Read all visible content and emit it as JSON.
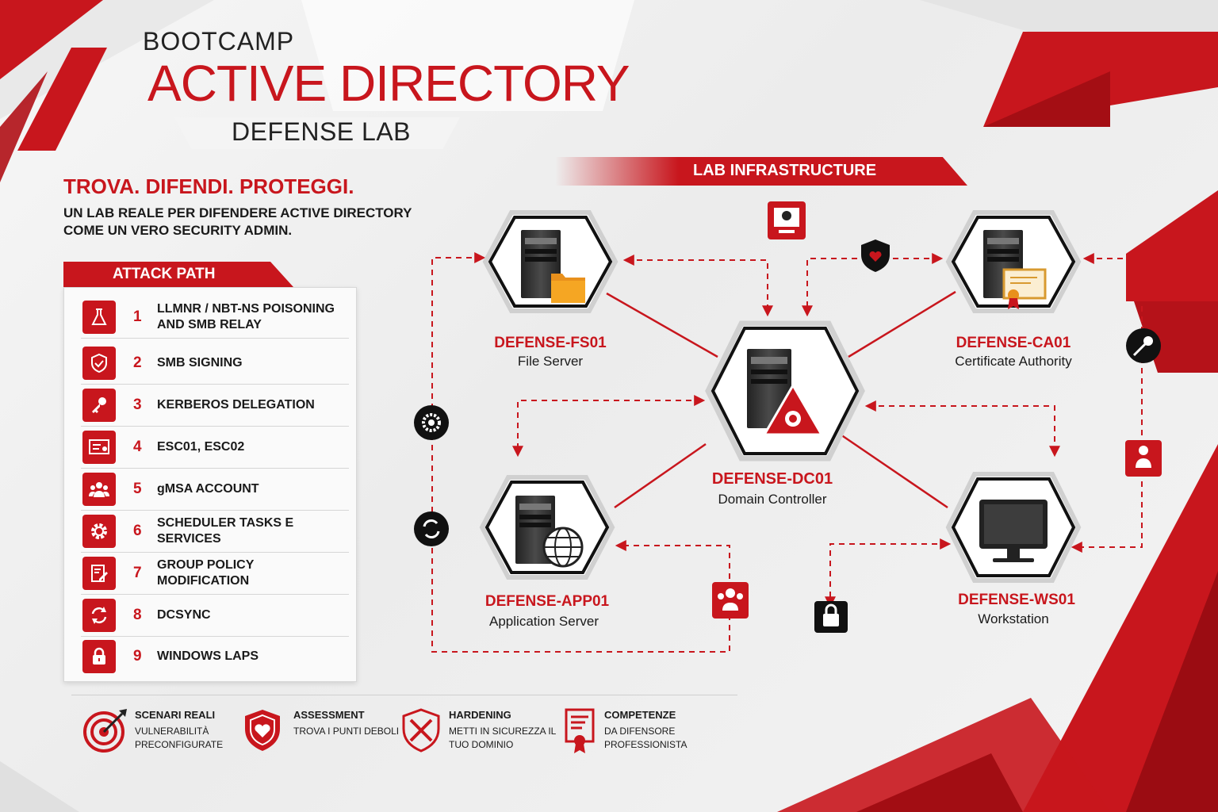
{
  "title": {
    "line1": "BOOTCAMP",
    "line2": "ACTIVE DIRECTORY",
    "line3": "DEFENSE LAB"
  },
  "tagline": "TROVA. DIFENDI. PROTEGGI.",
  "description": "UN LAB REALE PER DIFENDERE ACTIVE DIRECTORY COME UN VERO SECURITY ADMIN.",
  "attack_path": {
    "heading": "ATTACK PATH",
    "items": [
      {
        "num": "1",
        "label": "LLMNR / NBT-NS POISONING AND SMB RELAY",
        "icon": "flask-icon"
      },
      {
        "num": "2",
        "label": "SMB SIGNING",
        "icon": "shield-check-icon"
      },
      {
        "num": "3",
        "label": "KERBEROS DELEGATION",
        "icon": "key-icon"
      },
      {
        "num": "4",
        "label": "ESC01, ESC02",
        "icon": "certificate-icon"
      },
      {
        "num": "5",
        "label": "gMSA ACCOUNT",
        "icon": "users-icon"
      },
      {
        "num": "6",
        "label": "SCHEDULER TASKS E SERVICES",
        "icon": "gear-icon"
      },
      {
        "num": "7",
        "label": "GROUP POLICY MODIFICATION",
        "icon": "document-edit-icon"
      },
      {
        "num": "8",
        "label": "DCSYNC",
        "icon": "sync-icon"
      },
      {
        "num": "9",
        "label": "WINDOWS LAPS",
        "icon": "lock-icon"
      }
    ]
  },
  "features": [
    {
      "title": "SCENARI REALI",
      "sub": "VULNERABILITÀ PRECONFIGURATE",
      "icon": "target-icon"
    },
    {
      "title": "ASSESSMENT",
      "sub": "TROVA I PUNTI DEBOLI",
      "icon": "shield-heart-icon"
    },
    {
      "title": "HARDENING",
      "sub": "METTI IN SICUREZZA IL TUO DOMINIO",
      "icon": "crossed-swords-icon"
    },
    {
      "title": "COMPETENZE",
      "sub": "DA DIFENSORE PROFESSIONISTA",
      "icon": "certificate-badge-icon"
    }
  ],
  "infrastructure": {
    "heading": "LAB INFRASTRUCTURE",
    "nodes": [
      {
        "name": "DEFENSE-FS01",
        "role": "File Server",
        "icon": "server-folder-icon"
      },
      {
        "name": "DEFENSE-CA01",
        "role": "Certificate Authority",
        "icon": "server-certificate-icon"
      },
      {
        "name": "DEFENSE-DC01",
        "role": "Domain Controller",
        "icon": "server-warning-icon"
      },
      {
        "name": "DEFENSE-APP01",
        "role": "Application Server",
        "icon": "server-globe-icon"
      },
      {
        "name": "DEFENSE-WS01",
        "role": "Workstation",
        "icon": "monitor-icon"
      }
    ]
  },
  "colors": {
    "accent": "#c8161d",
    "dark": "#1a1a1a",
    "background": "#f0f0f0"
  }
}
